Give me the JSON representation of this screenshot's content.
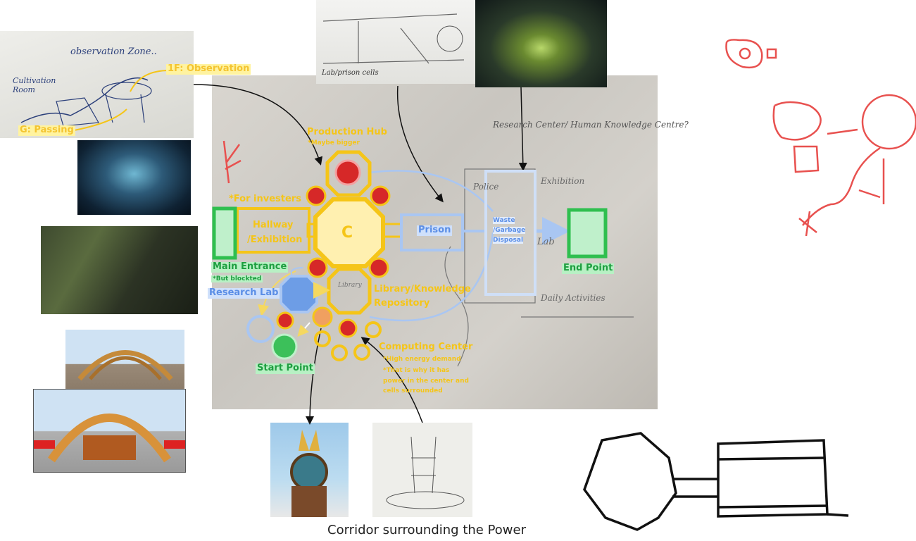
{
  "board": {
    "caption": "Corridor surrounding the Power"
  },
  "sketch_notes": {
    "observation_zone": "observation Zone..",
    "cultivation_room": "Cultivation Room",
    "lab_prison_cells": "Lab/prison cells",
    "handwritten_lines": [
      "Research Center/ Human Knowledge Centre?",
      "Police",
      "Exhibition",
      "Lab",
      "Daily Activities",
      "Library"
    ]
  },
  "labels": {
    "observation": "1F: Observation",
    "passing": "G: Passing",
    "production_hub": "Production Hub",
    "production_hub_note": "*Maybe bigger",
    "for_investers": "*For investers",
    "hallway": "Hallway",
    "exhibition": "/Exhibition",
    "core": "C",
    "prison": "Prison",
    "waste": "Waste",
    "garbage": "/Garbage",
    "disposal": "Disposal",
    "main_entrance": "Main Entrance",
    "main_entrance_note": "*But blockted",
    "end_point": "End Point",
    "research_lab": "Research Lab",
    "library": "Library/Knowledge",
    "repository": "Repository",
    "start_point": "Start Point",
    "computing_center": "Computing Center",
    "computing_notes": [
      "*High energy demand",
      "*That is why it has",
      "power in the center and",
      "cells surrounded"
    ]
  },
  "colors": {
    "yellow": "#f5c518",
    "red": "#d62828",
    "blue": "#a9c6f2",
    "green": "#2fbf4f",
    "orange": "#f0a060",
    "sketch_red": "#e8514f",
    "ink": "#111111"
  },
  "icons": [
    "arrow-icon"
  ]
}
